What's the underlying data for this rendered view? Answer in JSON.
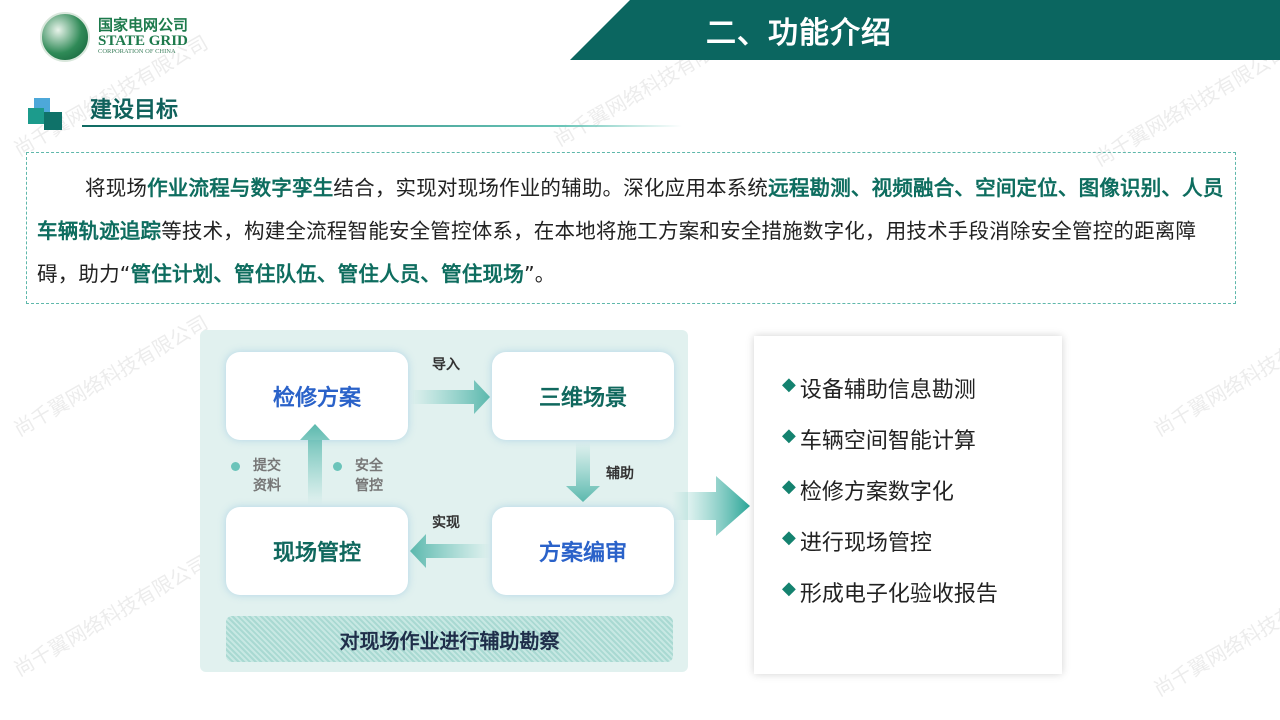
{
  "logo": {
    "cn": "国家电网公司",
    "en": "STATE GRID",
    "sub": "CORPORATION OF CHINA"
  },
  "header": {
    "title": "二、功能介绍"
  },
  "section": {
    "title": "建设目标"
  },
  "intro": [
    {
      "t": "将现场",
      "h": false
    },
    {
      "t": "作业流程与数字孪生",
      "h": true
    },
    {
      "t": "结合，实现对现场作业的辅助。深化应用本系统",
      "h": false
    },
    {
      "t": "远程勘测、视频融合、空间定位、图像识别、人员车辆轨迹追踪",
      "h": true
    },
    {
      "t": "等技术，构建全流程智能安全管控体系，在本地将施工方案和安全措施数字化，用技术手段消除安全管控的距离障碍，助力“",
      "h": false
    },
    {
      "t": "管住计划、管住队伍、管住人员、管住现场",
      "h": true
    },
    {
      "t": "”。",
      "h": false
    }
  ],
  "diagram": {
    "boxes": {
      "plan": "检修方案",
      "scene": "三维场景",
      "review": "方案编审",
      "control": "现场管控"
    },
    "labels": {
      "import": "导入",
      "assist": "辅助",
      "realize": "实现"
    },
    "side_left": [
      "提交",
      "资料"
    ],
    "side_right": [
      "安全",
      "管控"
    ],
    "bottom": "对现场作业进行辅助勘察"
  },
  "features": [
    "设备辅助信息勘测",
    "车辆空间智能计算",
    "检修方案数字化",
    "进行现场管控",
    "形成电子化验收报告"
  ],
  "watermark": "尚千翼网络科技有限公司",
  "colors": {
    "teal": "#0b6660",
    "accent": "#0e6d5f",
    "blue": "#2a62c9"
  }
}
